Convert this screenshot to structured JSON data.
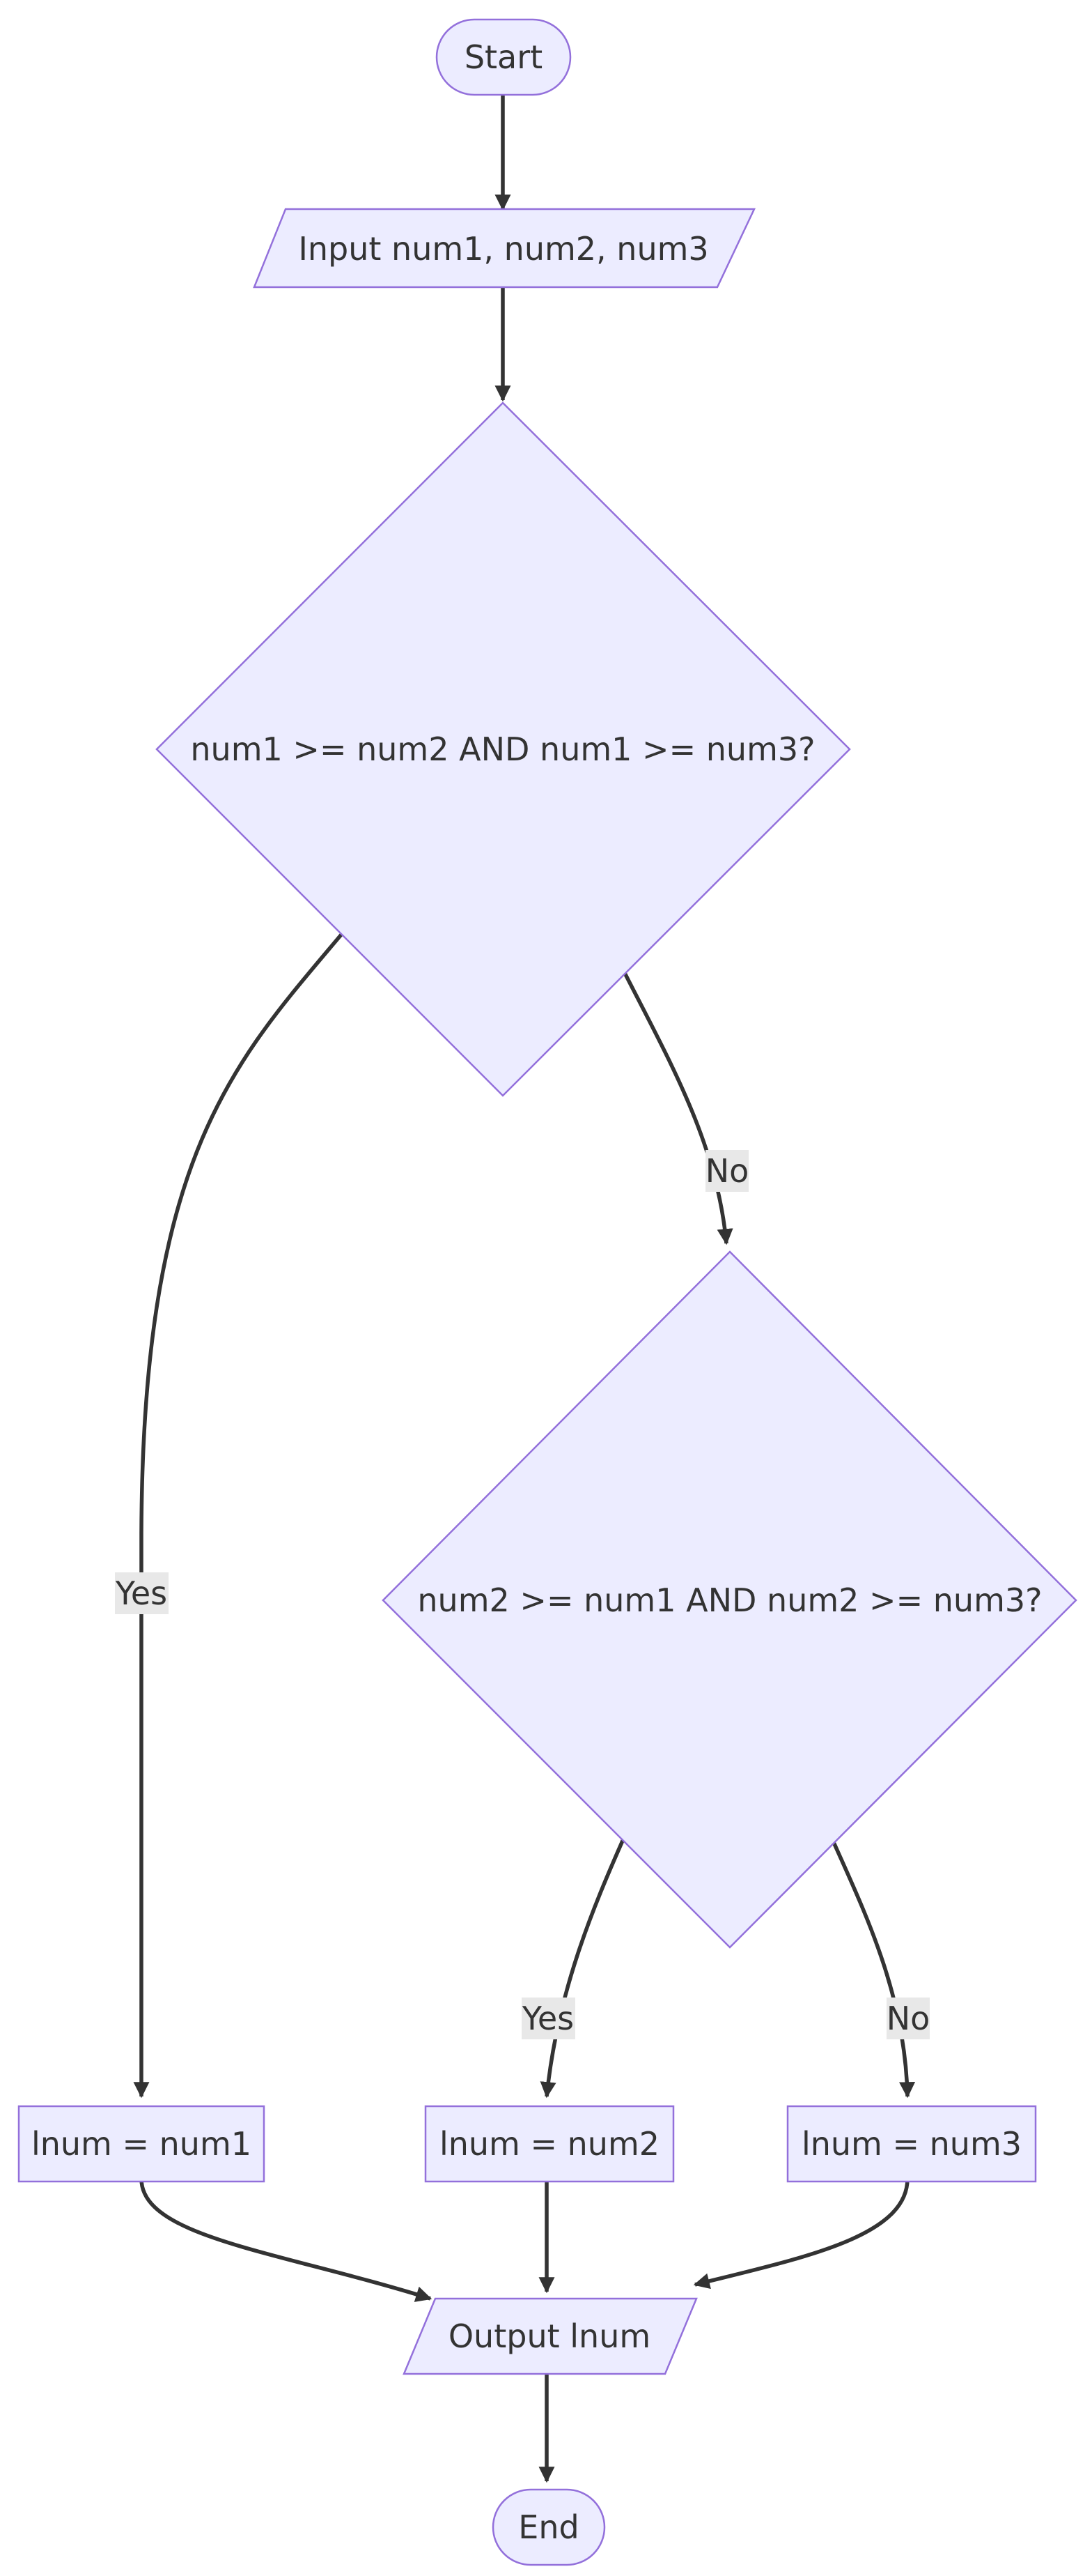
{
  "nodes": {
    "start": "Start",
    "input": "Input num1, num2, num3",
    "decision1": "num1 >= num2 AND num1 >= num3?",
    "decision2": "num2 >= num1 AND num2 >= num3?",
    "assign1": "lnum = num1",
    "assign2": "lnum = num2",
    "assign3": "lnum = num3",
    "output": "Output lnum",
    "end": "End"
  },
  "edges": {
    "d1_yes": "Yes",
    "d1_no": "No",
    "d2_yes": "Yes",
    "d2_no": "No"
  },
  "colors": {
    "node_fill": "#ECECFF",
    "node_stroke": "#9370DB",
    "edge": "#333333",
    "label_bg": "#E8E8E8"
  }
}
